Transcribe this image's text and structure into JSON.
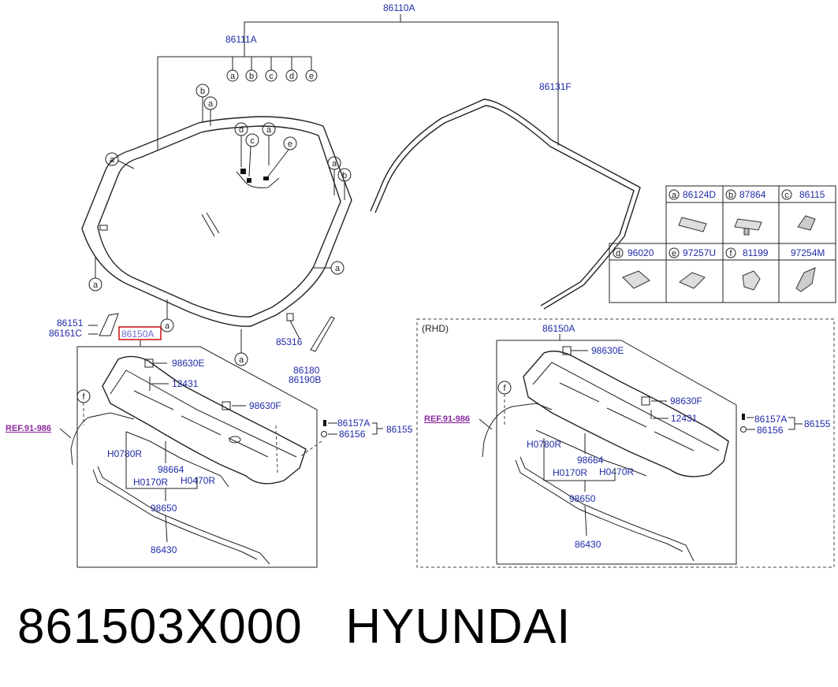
{
  "caption": {
    "part_number": "861503X000",
    "brand": "HYUNDAI"
  },
  "colors": {
    "part_number_text": "#1f2aa8",
    "reference_text": "#8a2a9e",
    "highlight_box": "#d11a1a",
    "line": "#222222"
  },
  "letters": [
    "a",
    "b",
    "c",
    "d",
    "e",
    "f"
  ],
  "labels": {
    "windshield_assy": "86110A",
    "windshield_glass": "86111A",
    "moulding": "86131F",
    "side_a": "86151",
    "side_c": "86161C",
    "cowl_top": "86150A",
    "cowl_top_rhd": "86150A",
    "bracket_85316": "85316",
    "pad_86180": "86180",
    "pad_86190B": "86190B",
    "clip_98630E": "98630E",
    "clip_98630F": "98630F",
    "screw_12431": "12431",
    "bolt_86157A": "86157A",
    "nut_86156": "86156",
    "assy_86155": "86155",
    "hose_H0780R": "H0780R",
    "hose_H0170R": "H0170R",
    "hose_H0470R": "H0470R",
    "nozzle_98664": "98664",
    "hose_98650": "98650",
    "seal_86430": "86430",
    "ref_left": "REF.91-986",
    "ref_right": "REF.91-986",
    "rhd": "(RHD)"
  },
  "legend": [
    {
      "letter": "a",
      "part": "86124D"
    },
    {
      "letter": "b",
      "part": "87864"
    },
    {
      "letter": "c",
      "part": "86115"
    },
    {
      "letter": "d",
      "part": "96020"
    },
    {
      "letter": "e",
      "part": "97257U"
    },
    {
      "letter": "f",
      "part": "81199"
    },
    {
      "letter": "",
      "part": "97254M"
    }
  ]
}
